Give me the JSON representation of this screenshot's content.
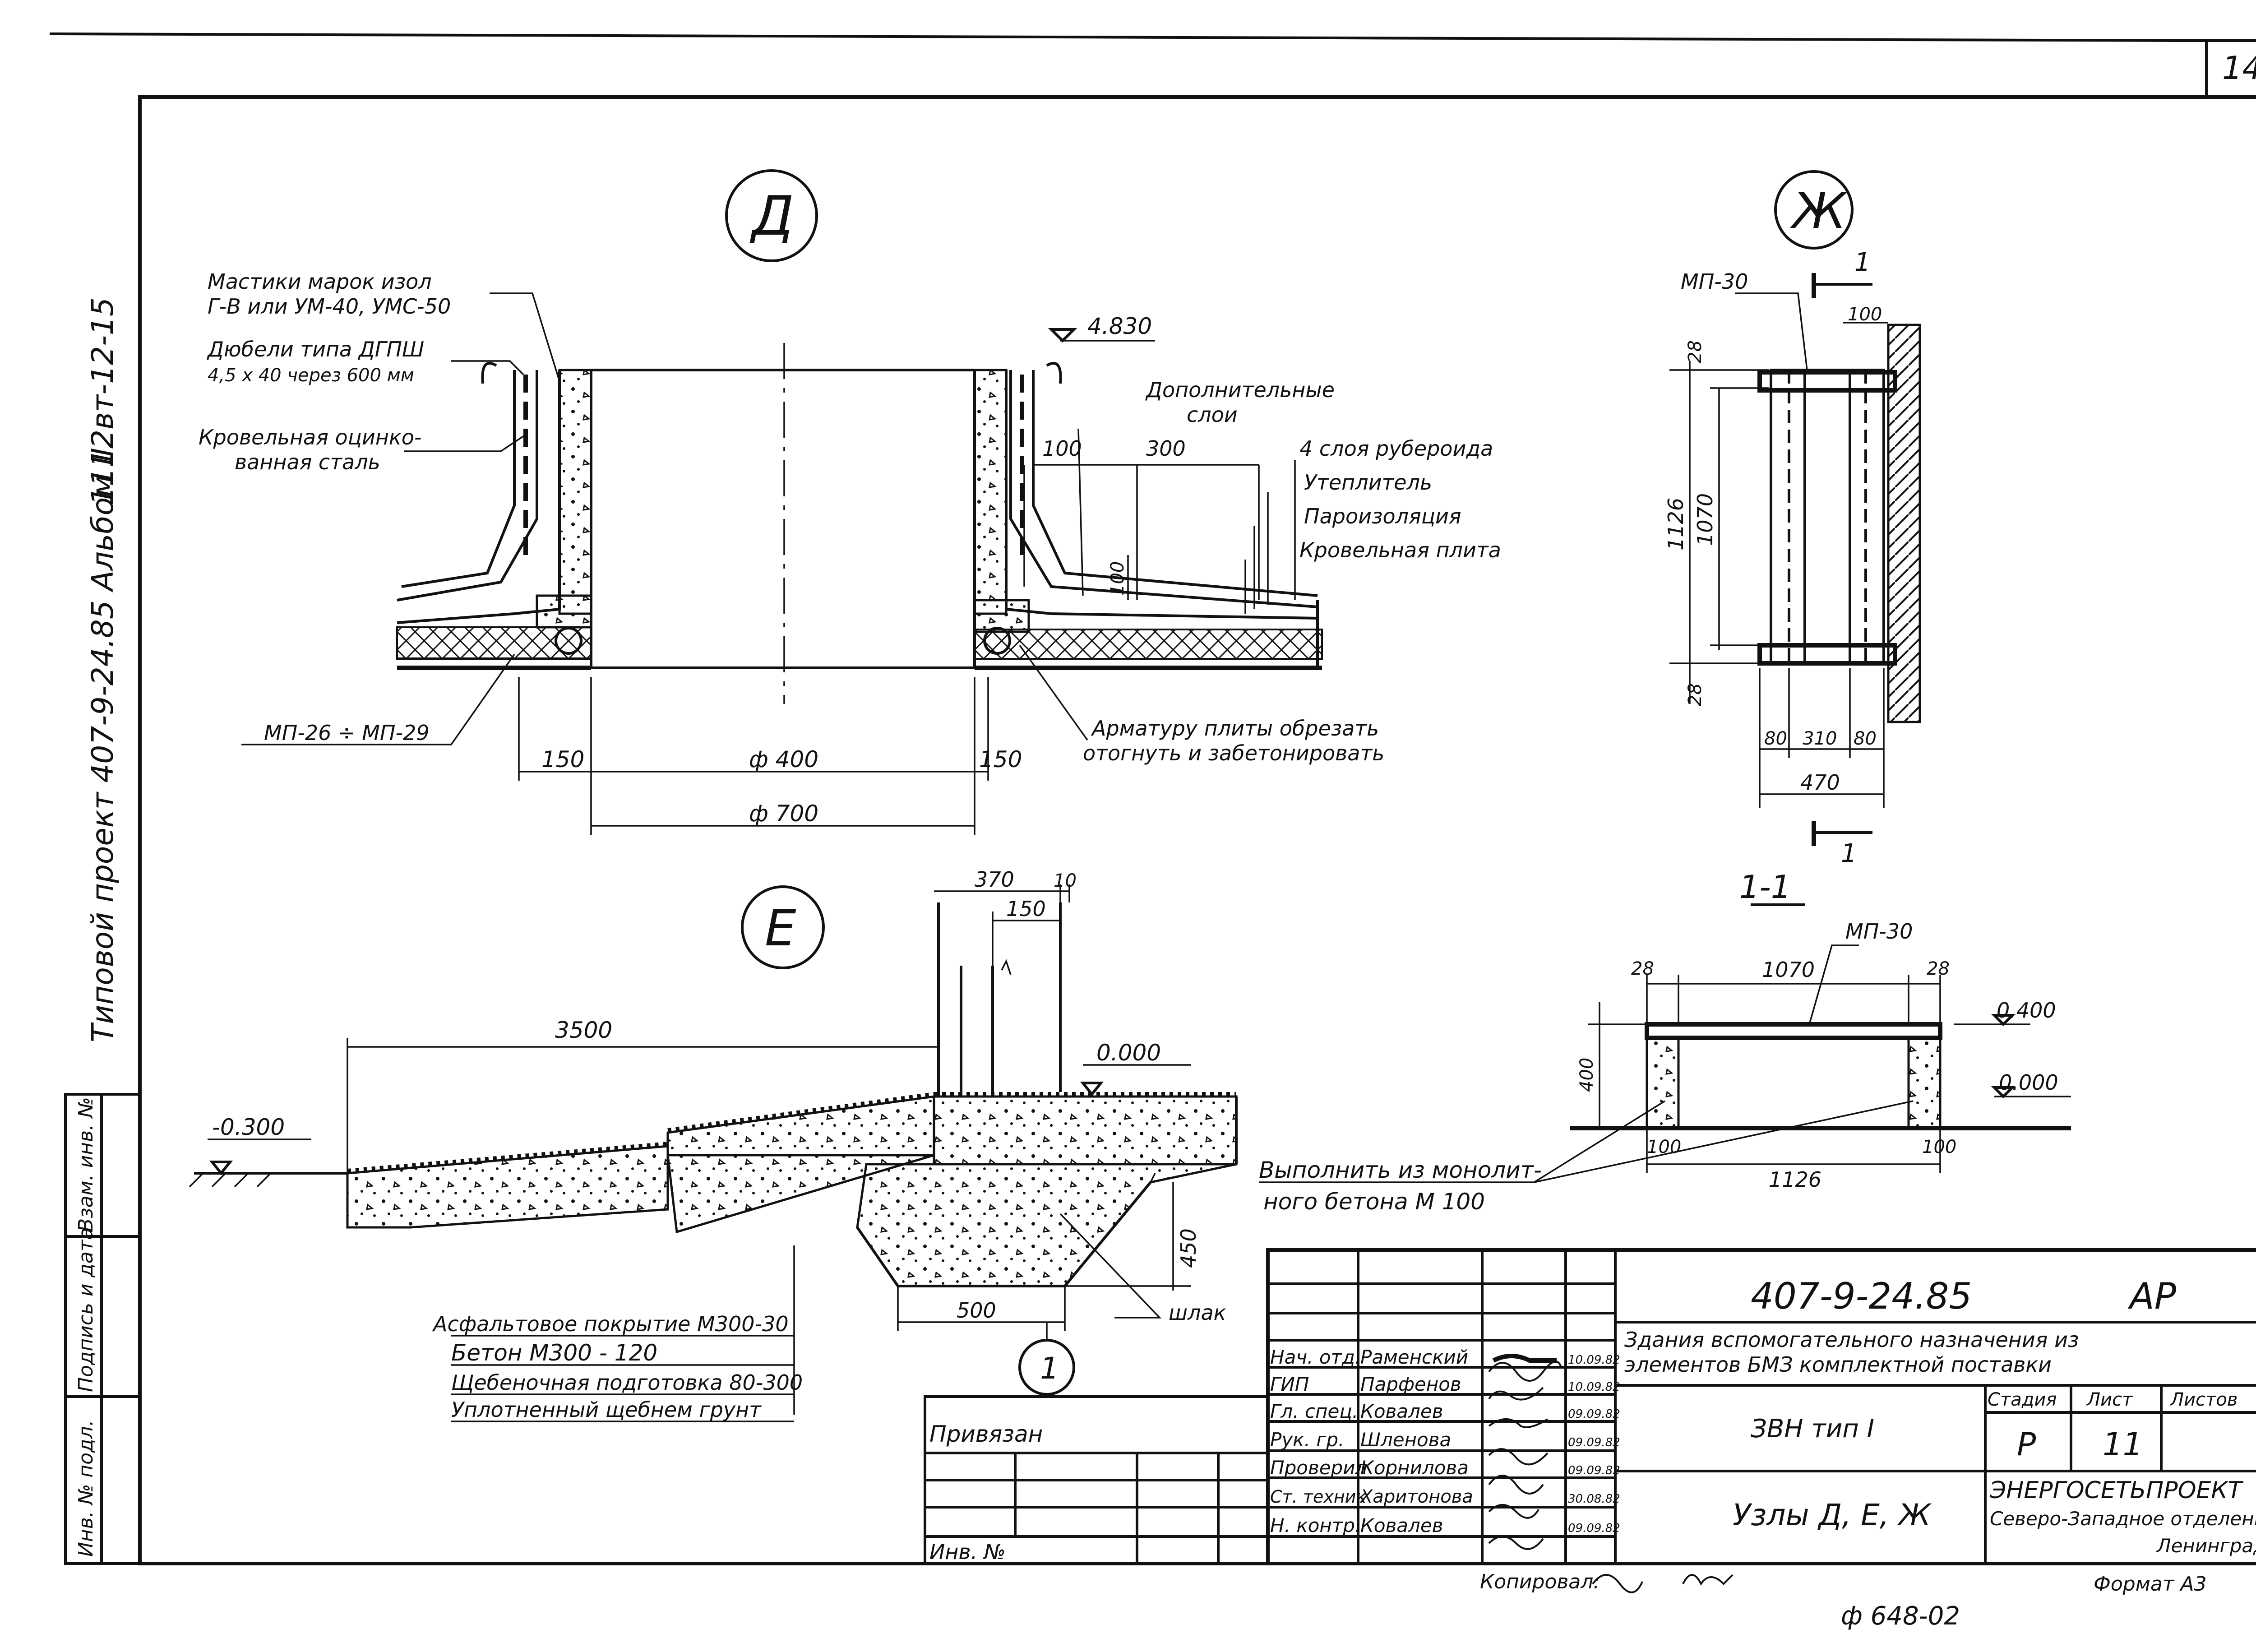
{
  "sheet": {
    "page_number": "14",
    "border_side_text": "1112вт-12-15"
  },
  "side": {
    "project_text": "Типовой  проект 407-9-24.85 Альбом II",
    "side_block_cells": [
      "Инв. № подл.",
      "Подпись и дата",
      "Взам. инв. №"
    ]
  },
  "node_d": {
    "label": "Д",
    "notes": [
      "Мастики марок изол",
      "Г-В или УМ-40, УМС-50",
      "Дюбели типа ДГПШ",
      "4,5 х 40  через 600 мм",
      "Кровельная оцинко-",
      "ванная сталь",
      "МП-26 ÷ МП-29"
    ],
    "elevation": "4.830",
    "extra_layers": [
      "Дополнительные",
      "слои"
    ],
    "dims": [
      "100",
      "300",
      "100",
      "150",
      "ф 400",
      "150",
      "ф 700"
    ],
    "layers": [
      "4 слоя рубероида",
      "Утеплитель",
      "Пароизоляция",
      "Кровельная плита"
    ],
    "rebar_note": [
      "Арматуру плиты обрезать",
      "отогнуть и забетонировать"
    ]
  },
  "node_zh": {
    "label": "Ж",
    "mark": "МП-30",
    "dims_v": [
      "28",
      "1126",
      "1070",
      "28"
    ],
    "dims_h": [
      "100",
      "80",
      "310",
      "80",
      "470"
    ],
    "cut_mark": "1"
  },
  "section_11": {
    "title": "1-1",
    "mark": "МП-30",
    "dims": [
      "28",
      "1070",
      "28",
      "400",
      "100",
      "100",
      "1126"
    ],
    "elevations": [
      "0.400",
      "0.000"
    ],
    "note": [
      "Выполнить из монолит-",
      "ного бетона  М 100"
    ]
  },
  "node_e": {
    "label": "Е",
    "dims": [
      "370",
      "10",
      "150",
      "3500",
      "450",
      "500"
    ],
    "elevations": [
      "-0.300",
      "0.000"
    ],
    "slag": "шлак",
    "layers": [
      "Асфальтовое покрытие М300-30",
      "Бетон  М300 - 120",
      "Щебеночная подготовка 80-300",
      "Уплотненный щебнем грунт"
    ],
    "callout": "1"
  },
  "privyazan": {
    "title": "Привязан",
    "inv_label": "Инв. №"
  },
  "titleblock": {
    "code": "407-9-24.85",
    "mark": "АР",
    "desc": [
      "Здания вспомогательного назначения из",
      "элементов БМЗ комплектной поставки"
    ],
    "object": "ЗВН тип I",
    "sheet_title": "Узлы  Д, Е, Ж",
    "stage_hdr": "Стадия",
    "sheet_hdr": "Лист",
    "sheets_hdr": "Листов",
    "stage": "Р",
    "sheet_no": "11",
    "org": [
      "ЭНЕРГОСЕТЬПРОЕКТ",
      "Северо-Западное отделение",
      "Ленинград"
    ],
    "staff": [
      {
        "role": "Нач. отд.",
        "name": "Раменский",
        "date": "10.09.82"
      },
      {
        "role": "ГИП",
        "name": "Парфенов",
        "date": "10.09.82"
      },
      {
        "role": "Гл. спец.",
        "name": "Ковалев",
        "date": "09.09.82"
      },
      {
        "role": "Рук. гр.",
        "name": "Шленова",
        "date": "09.09.82"
      },
      {
        "role": "Проверил",
        "name": "Корнилова",
        "date": "09.09.82"
      },
      {
        "role": "Ст. техник",
        "name": "Харитонова",
        "date": "30.08.82"
      },
      {
        "role": "Н. контр.",
        "name": "Ковалев",
        "date": "09.09.82"
      }
    ]
  },
  "footer": {
    "copied": "Копировал:",
    "format": "Формат А3",
    "stamp": "ф 648-02"
  }
}
